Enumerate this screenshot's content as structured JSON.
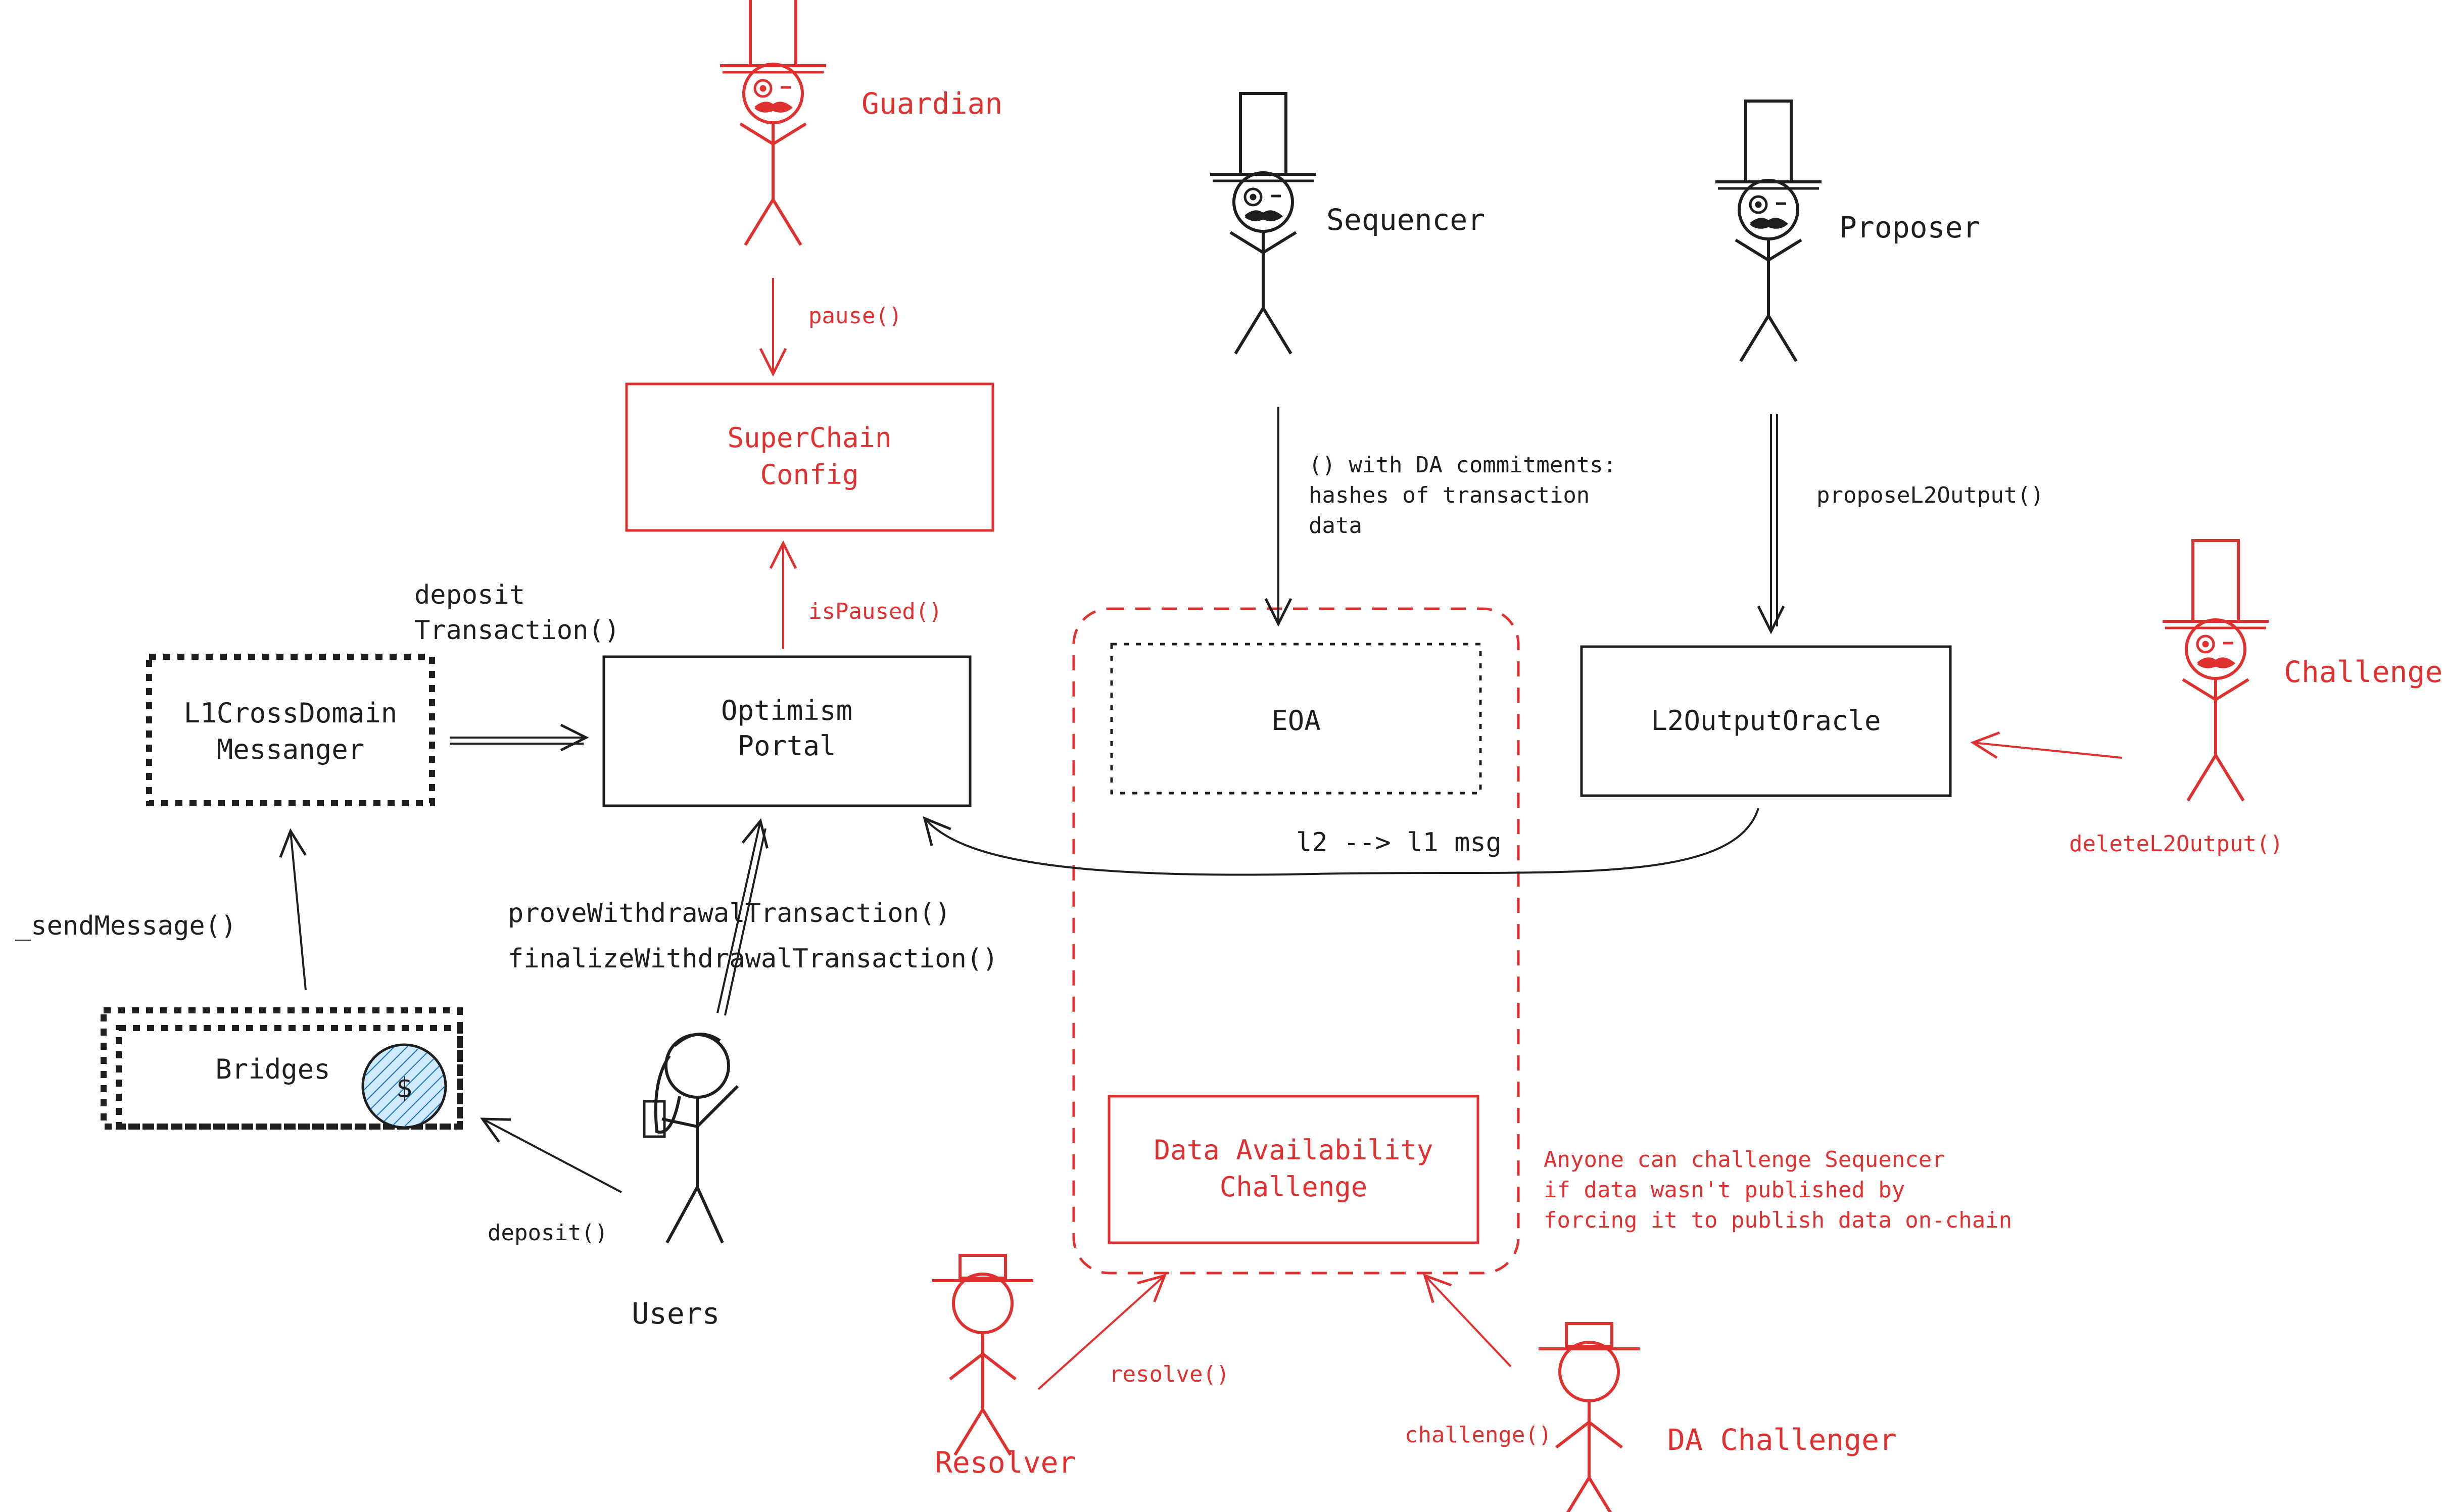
{
  "colors": {
    "black": "#1e1e1e",
    "red": "#e03131",
    "blue": "#1971c2",
    "coin": "#d0ebff"
  },
  "actors": {
    "guardian": "Guardian",
    "sequencer": "Sequencer",
    "proposer": "Proposer",
    "challenger": "Challenger",
    "users": "Users",
    "resolver": "Resolver",
    "da_challenger": "DA Challenger"
  },
  "boxes": {
    "superchain_config": [
      "SuperChain",
      "Config"
    ],
    "optimism_portal": [
      "Optimism",
      "Portal"
    ],
    "l1_cross_domain": [
      "L1CrossDomain",
      "Messanger"
    ],
    "bridges": "Bridges",
    "coin_symbol": "$",
    "eoa": "EOA",
    "l2_output_oracle": "L2OutputOracle",
    "da_challenge": [
      "Data Availability",
      "Challenge"
    ]
  },
  "edges": {
    "pause": "pause()",
    "is_paused": "isPaused()",
    "deposit_transaction": [
      "deposit",
      "Transaction()"
    ],
    "send_message": "_sendMessage()",
    "prove_withdrawal": "proveWithdrawalTransaction()",
    "finalize_withdrawal": "finalizeWithdrawalTransaction()",
    "deposit": "deposit()",
    "sequencer_to_eoa": [
      "() with DA commitments:",
      "hashes of transaction",
      "data"
    ],
    "propose_l2_output": "proposeL2Output()",
    "l2_to_l1": "l2 --> l1 msg",
    "delete_l2_output": "deleteL2Output()",
    "resolve": "resolve()",
    "challenge": "challenge()"
  },
  "notes": {
    "da_note": [
      "Anyone can challenge Sequencer",
      "if data wasn't published by",
      "forcing it to publish data on-chain"
    ]
  }
}
